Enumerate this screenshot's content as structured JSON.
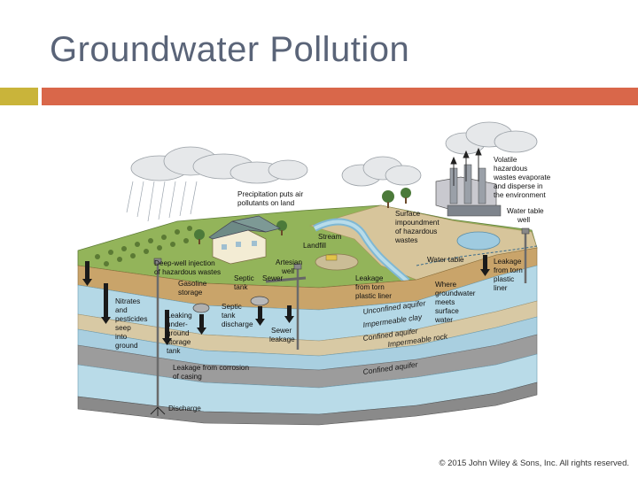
{
  "title": "Groundwater Pollution",
  "copyright": "© 2015 John Wiley & Sons, Inc. All rights reserved.",
  "labels": {
    "precipitation": [
      "Precipitation puts air",
      "pollutants on land"
    ],
    "volatile": [
      "Volatile",
      "hazardous",
      "wastes evaporate",
      "and disperse in",
      "the environment"
    ],
    "water_table_well": [
      "Water table",
      "well"
    ],
    "surface_impoundment": [
      "Surface",
      "impoundment",
      "of hazardous",
      "wastes"
    ],
    "stream": "Stream",
    "landfill": "Landfill",
    "deep_well": [
      "Deep-well injection",
      "of hazardous wastes"
    ],
    "artesian": [
      "Artesian",
      "well"
    ],
    "gasoline": [
      "Gasoline",
      "storage"
    ],
    "septic_tank": [
      "Septic",
      "tank"
    ],
    "sewer": "Sewer",
    "water_table": "Water table",
    "leakage_plastic": [
      "Leakage",
      "from torn",
      "plastic",
      "liner"
    ],
    "leakage_liner": [
      "Leakage",
      "from torn",
      "plastic liner"
    ],
    "where_groundwater": [
      "Where",
      "groundwater",
      "meets",
      "surface",
      "water"
    ],
    "nitrates": [
      "Nitrates",
      "and",
      "pesticides",
      "seep",
      "into",
      "ground"
    ],
    "leaking_tank": [
      "Leaking",
      "under-",
      "ground",
      "storage",
      "tank"
    ],
    "septic_discharge": [
      "Septic",
      "tank",
      "discharge"
    ],
    "sewer_leakage": [
      "Sewer",
      "leakage"
    ],
    "unconfined": "Unconfined aquifer",
    "impermeable_clay": "Impermeable clay",
    "confined_1": "Confined aquifer",
    "impermeable_rock": "Impermeable rock",
    "confined_2": "Confined aquifer",
    "casing": [
      "Leakage from corrosion",
      "of casing"
    ],
    "discharge": "Discharge"
  },
  "colors": {
    "title": "#5a6478",
    "accent_left": "#c9b43a",
    "accent_right": "#d9674a",
    "grass": "#93b45a",
    "aquifer": "#b4d8e6",
    "clay": "#d8c9a4",
    "rock": "#9c9c9c"
  }
}
